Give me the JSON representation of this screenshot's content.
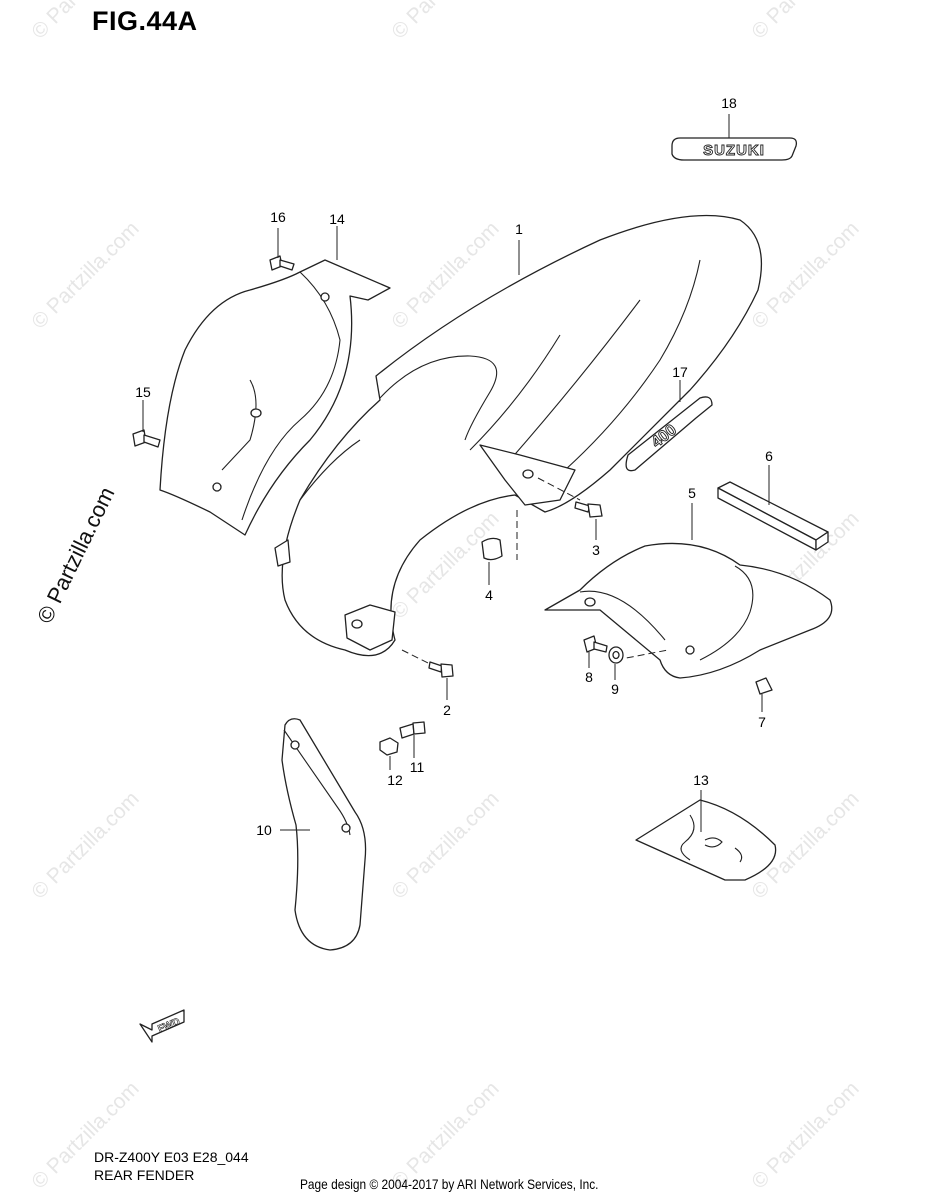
{
  "figure": {
    "title": "FIG.44A"
  },
  "watermark": {
    "text": "© Partzilla.com",
    "side_text": "© Partzilla.com"
  },
  "callouts": [
    {
      "id": "1",
      "label": "1"
    },
    {
      "id": "2",
      "label": "2"
    },
    {
      "id": "3",
      "label": "3"
    },
    {
      "id": "4",
      "label": "4"
    },
    {
      "id": "5",
      "label": "5"
    },
    {
      "id": "6",
      "label": "6"
    },
    {
      "id": "7",
      "label": "7"
    },
    {
      "id": "8",
      "label": "8"
    },
    {
      "id": "9",
      "label": "9"
    },
    {
      "id": "10",
      "label": "10"
    },
    {
      "id": "11",
      "label": "11"
    },
    {
      "id": "12",
      "label": "12"
    },
    {
      "id": "13",
      "label": "13"
    },
    {
      "id": "14",
      "label": "14"
    },
    {
      "id": "15",
      "label": "15"
    },
    {
      "id": "16",
      "label": "16"
    },
    {
      "id": "17",
      "label": "17"
    },
    {
      "id": "18",
      "label": "18"
    }
  ],
  "emblem": {
    "text": "SUZUKI"
  },
  "decal": {
    "text": "400"
  },
  "fwd_arrow": {
    "text": "FWD"
  },
  "footer": {
    "model": "DR-Z400Y E03 E28_044",
    "section": "REAR FENDER",
    "credit": "Page design © 2004-2017 by ARI Network Services, Inc."
  }
}
